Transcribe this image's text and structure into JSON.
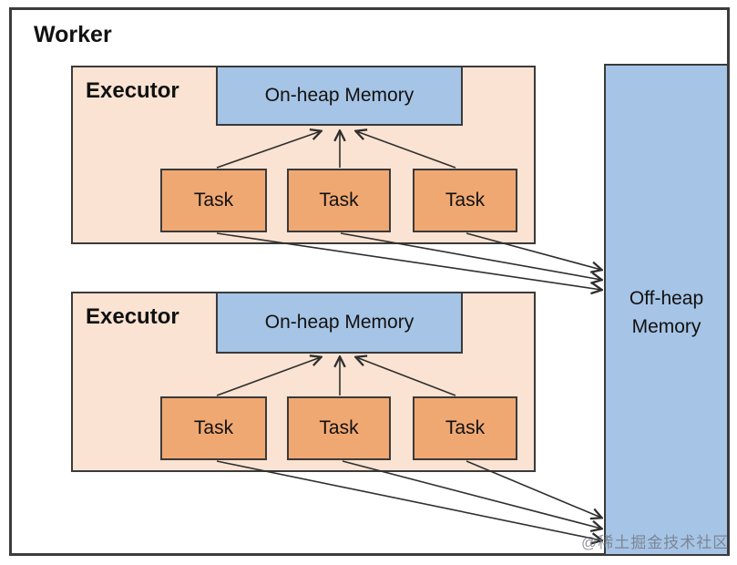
{
  "diagram": {
    "worker_label": "Worker",
    "executors": [
      {
        "label": "Executor",
        "onheap_label": "On-heap Memory",
        "tasks": [
          "Task",
          "Task",
          "Task"
        ]
      },
      {
        "label": "Executor",
        "onheap_label": "On-heap Memory",
        "tasks": [
          "Task",
          "Task",
          "Task"
        ]
      }
    ],
    "offheap": {
      "line1": "Off-heap",
      "line2": "Memory"
    },
    "watermark": "@稀土掘金技术社区",
    "colors": {
      "executor_fill": "#fae3d2",
      "task_fill": "#f0a873",
      "memory_fill": "#a6c4e5",
      "border": "#3a3a3a",
      "arrow": "#2f2f2f"
    }
  }
}
